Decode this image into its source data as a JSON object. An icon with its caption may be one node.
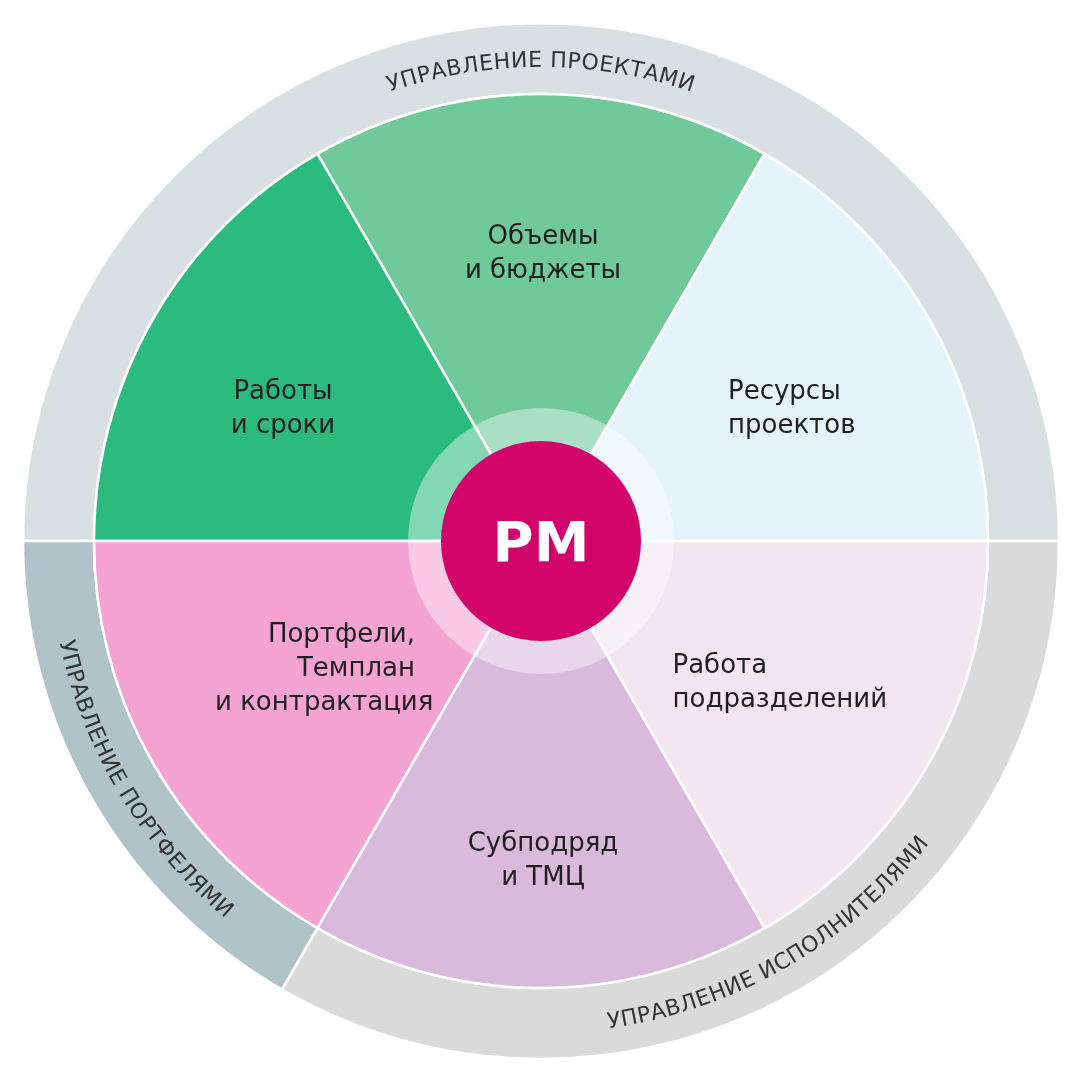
{
  "diagram": {
    "nodes": [
      {
        "text": [
          "УПРАВЛЕНИЕ ПРОЕКТАМИ"
        ]
      },
      {
        "text": [
          "Объемы и бюджеты"
        ]
      },
      {
        "text": [
          "Работы и сроки"
        ]
      },
      {
        "text": [
          "Ресурсы проектов"
        ]
      },
      {
        "text": [
          "PM"
        ]
      },
      {
        "text": [
          "Портфели, Темплан и контрактация"
        ]
      },
      {
        "text": [
          "Работа подразделений"
        ]
      },
      {
        "text": [
          "Субподряд и ТМЦ"
        ]
      },
      {
        "text": [
          "УПРАВЛЕНИЕ ПОРТФЕЛЯМИ"
        ]
      },
      {
        "text": [
          "УПРАВЛЕНИЕ ИСПОЛНИТЕЛЯМИ"
        ]
      }
    ],
    "edges": []
  }
}
